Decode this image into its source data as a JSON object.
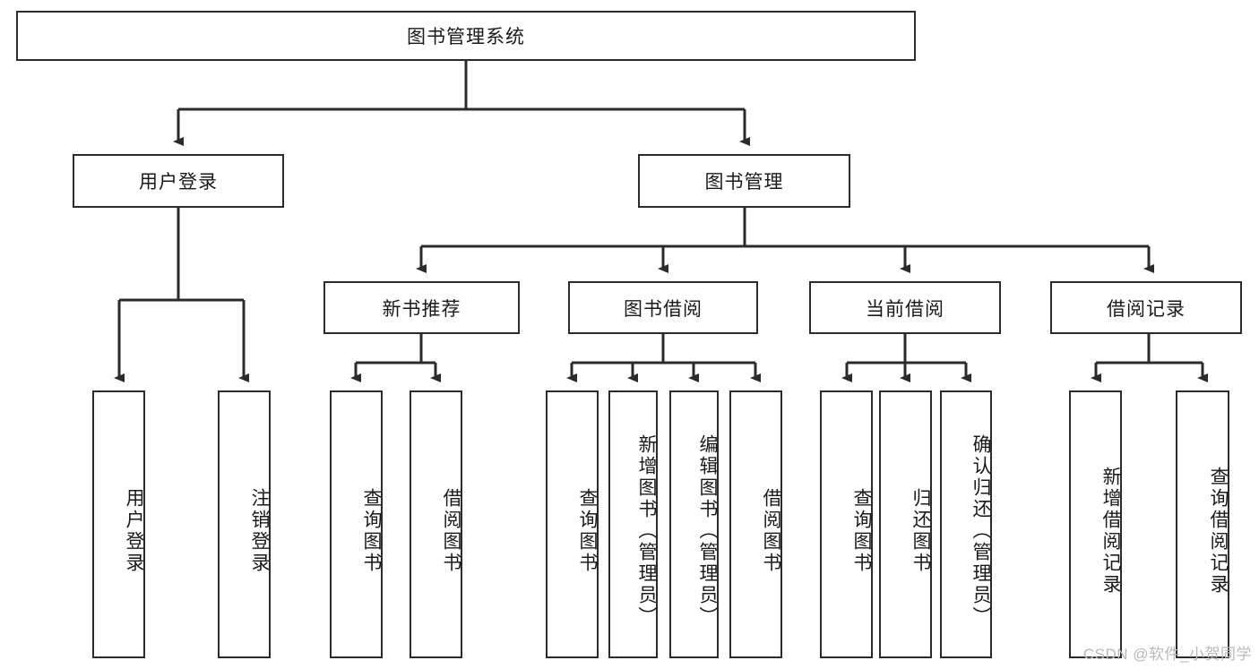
{
  "diagram": {
    "type": "tree-hierarchy",
    "title": "图书管理系统",
    "watermark": "CSDN @软件_小贺同学",
    "colors": {
      "stroke": "#2b2b2b",
      "fill": "#ffffff",
      "text": "#1a1a1a",
      "watermark": "#b9b9b9"
    },
    "nodes": {
      "root": {
        "label": "图书管理系统",
        "orientation": "horizontal"
      },
      "level2": [
        {
          "label": "用户登录",
          "orientation": "horizontal"
        },
        {
          "label": "图书管理",
          "orientation": "horizontal"
        }
      ],
      "level3": [
        {
          "label": "新书推荐",
          "orientation": "horizontal"
        },
        {
          "label": "图书借阅",
          "orientation": "horizontal"
        },
        {
          "label": "当前借阅",
          "orientation": "horizontal"
        },
        {
          "label": "借阅记录",
          "orientation": "horizontal"
        }
      ],
      "leaves": {
        "user_login": [
          {
            "label": "用户登录",
            "orientation": "vertical"
          },
          {
            "label": "注销登录",
            "orientation": "vertical"
          }
        ],
        "new_book_recommend": [
          {
            "label": "查询图书",
            "orientation": "vertical"
          },
          {
            "label": "借阅图书",
            "orientation": "vertical"
          }
        ],
        "book_borrow": [
          {
            "label": "查询图书",
            "orientation": "vertical"
          },
          {
            "label": "新增图书（管理员）",
            "orientation": "vertical"
          },
          {
            "label": "编辑图书（管理员）",
            "orientation": "vertical"
          },
          {
            "label": "借阅图书",
            "orientation": "vertical"
          }
        ],
        "current_borrow": [
          {
            "label": "查询图书",
            "orientation": "vertical"
          },
          {
            "label": "归还图书",
            "orientation": "vertical"
          },
          {
            "label": "确认归还（管理员）",
            "orientation": "vertical"
          }
        ],
        "borrow_record": [
          {
            "label": "新增借阅记录",
            "orientation": "vertical"
          },
          {
            "label": "查询借阅记录",
            "orientation": "vertical"
          }
        ]
      }
    }
  }
}
